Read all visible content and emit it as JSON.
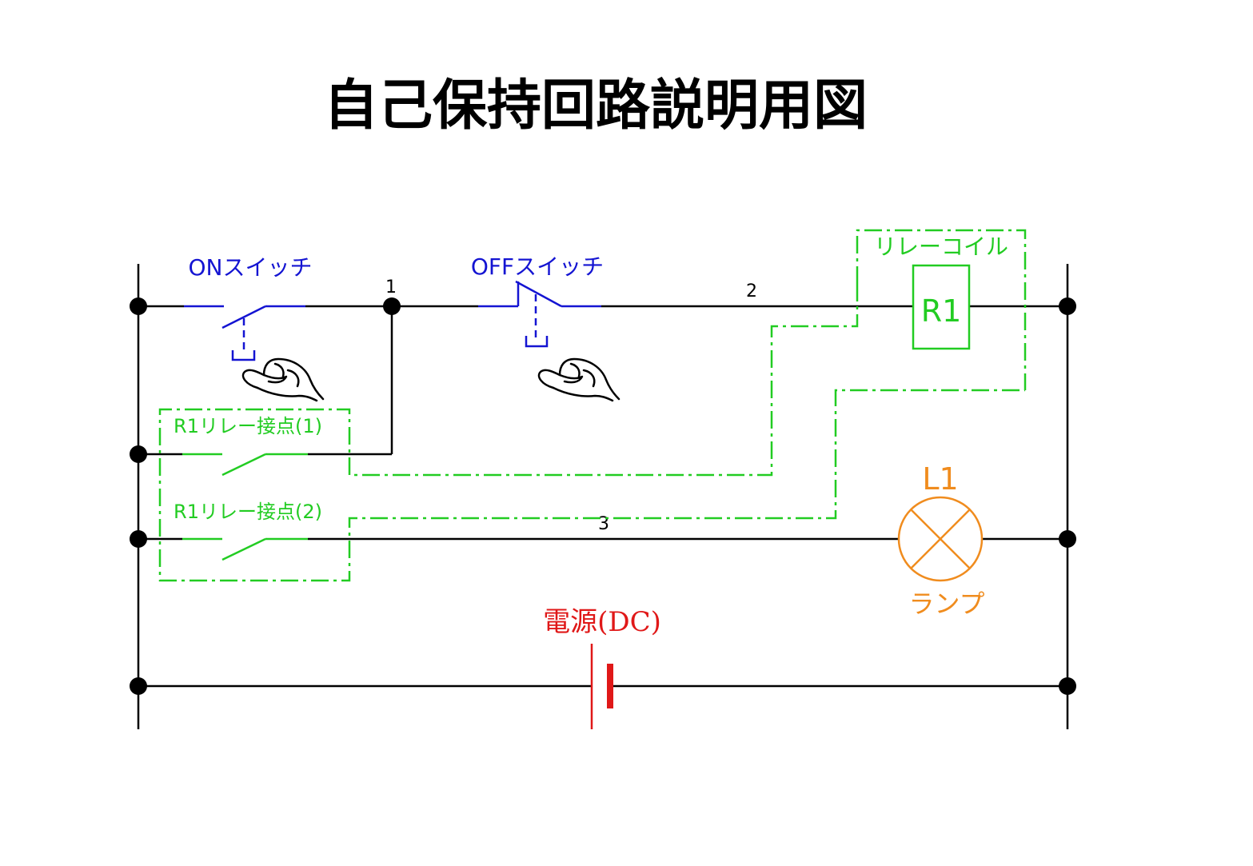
{
  "title": "自己保持回路説明用図",
  "labels": {
    "on_switch": "ONスイッチ",
    "off_switch": "OFFスイッチ",
    "relay_coil": "リレーコイル",
    "relay_coil_id": "R1",
    "relay_contact_1": "R1リレー接点(1)",
    "relay_contact_2": "R1リレー接点(2)",
    "lamp_id": "L1",
    "lamp": "ランプ",
    "power_source": "電源(DC)"
  },
  "nodes": {
    "n1": "1",
    "n2": "2",
    "n3": "3"
  },
  "colors": {
    "wire": "#000000",
    "switch": "#1414d2",
    "relay": "#22cc22",
    "lamp": "#f08c1e",
    "power": "#e01818"
  },
  "icons": {
    "on_push_hand": "pointing-hand-icon",
    "off_push_hand": "pointing-hand-icon"
  }
}
